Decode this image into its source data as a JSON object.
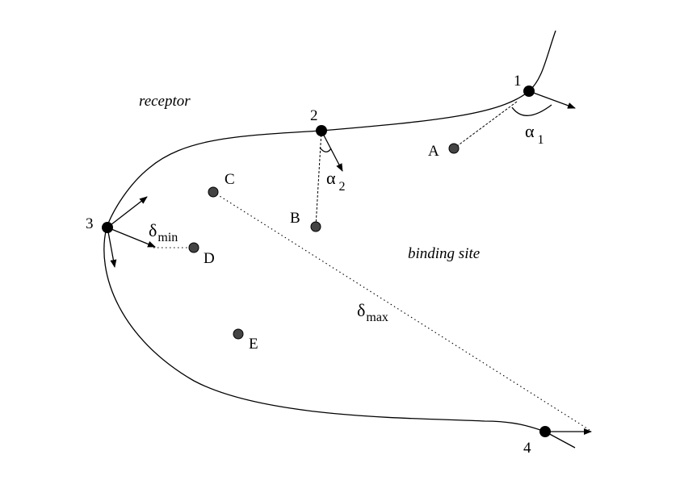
{
  "region_labels": {
    "receptor": "receptor",
    "binding_site": "binding site"
  },
  "receptor_sites": [
    {
      "label": "1"
    },
    {
      "label": "2"
    },
    {
      "label": "3"
    },
    {
      "label": "4"
    }
  ],
  "ligand_points": [
    {
      "label": "A"
    },
    {
      "label": "B"
    },
    {
      "label": "C"
    },
    {
      "label": "D"
    },
    {
      "label": "E"
    }
  ],
  "annotations": {
    "alpha1": {
      "symbol": "α",
      "subscript": "1"
    },
    "alpha2": {
      "symbol": "α",
      "subscript": "2"
    },
    "delta_min": {
      "symbol": "δ",
      "subscript": "min"
    },
    "delta_max": {
      "symbol": "δ",
      "subscript": "max"
    }
  }
}
